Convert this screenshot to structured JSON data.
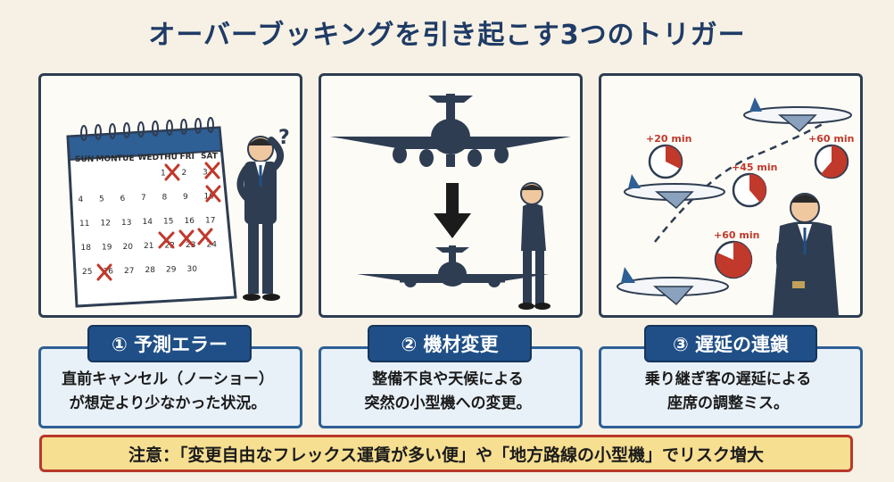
{
  "title": "オーバーブッキングを引き起こす3つのトリガー",
  "panels": [
    {
      "badge": "① 予測エラー",
      "desc_line1": "直前キャンセル（ノーショー）",
      "desc_line2": "が想定より少なかった状況。",
      "calendar": {
        "days_of_week": [
          "SUN",
          "MON",
          "TUE",
          "WED",
          "THU",
          "FRI",
          "SAT"
        ],
        "dates": [
          "1",
          "2",
          "3",
          "4",
          "5",
          "6",
          "7",
          "8",
          "9",
          "10",
          "11",
          "12",
          "13",
          "14",
          "15",
          "16",
          "17",
          "18",
          "19",
          "20",
          "21",
          "22",
          "23",
          "24",
          "25",
          "26",
          "27",
          "28",
          "29",
          "30"
        ],
        "question_mark": "?"
      }
    },
    {
      "badge": "② 機材変更",
      "desc_line1": "整備不良や天候による",
      "desc_line2": "突然の小型機への変更。"
    },
    {
      "badge": "③ 遅延の連鎖",
      "desc_line1": "乗り継ぎ客の遅延による",
      "desc_line2": "座席の調整ミス。",
      "delays": [
        "+20 min",
        "+45 min",
        "+60 min",
        "+60 min"
      ]
    }
  ],
  "notice": "注意：「変更自由なフレックス運賃が多い便」や「地方路線の小型機」でリスク増大",
  "colors": {
    "title": "#1f3b66",
    "badge_bg": "#1f4f86",
    "desc_bg": "#e8f0f8",
    "notice_bg": "#f7df91",
    "notice_border": "#b9382b",
    "accent_red": "#c0392b"
  }
}
